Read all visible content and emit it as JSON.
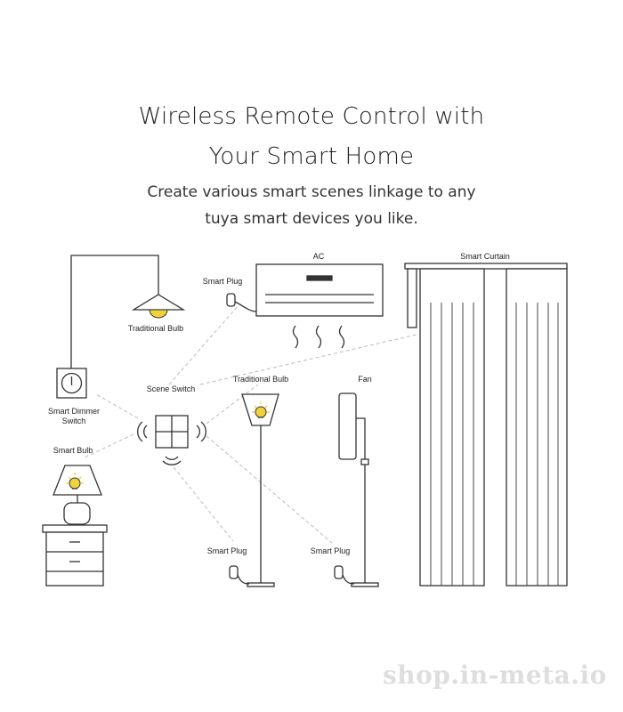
{
  "header": {
    "title_line1": "Wireless Remote Control with",
    "title_line2": "Your Smart Home",
    "subtitle_line1": "Create various smart scenes linkage to any",
    "subtitle_line2": "tuya smart devices you like."
  },
  "labels": {
    "ac": "AC",
    "smart_curtain": "Smart Curtain",
    "smart_plug_ac": "Smart Plug",
    "traditional_bulb_ceiling": "Traditional Bulb",
    "scene_switch": "Scene Switch",
    "traditional_bulb_floor": "Traditional Bulb",
    "fan": "Fan",
    "smart_dimmer_line1": "Smart Dimmer",
    "smart_dimmer_line2": "Switch",
    "smart_bulb": "Smart Bulb",
    "smart_plug_lamp": "Smart Plug",
    "smart_plug_fan": "Smart Plug"
  },
  "watermark": "shop.in-meta.io",
  "colors": {
    "line": "#333333",
    "bulb": "#f2d23c",
    "dashed": "#bbbbbb"
  }
}
